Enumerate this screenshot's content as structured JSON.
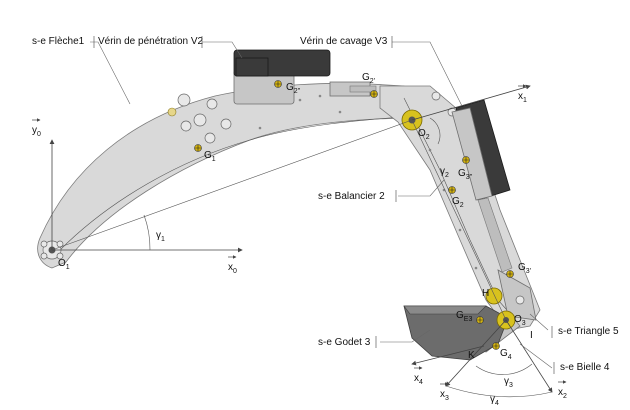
{
  "labels": {
    "fleche": "s-e Flèche1",
    "verin_v2": "Vérin de pénétration V2",
    "verin_v3": "Vérin de cavage  V3",
    "balancier": "s-e Balancier 2",
    "godet": "s-e Godet 3",
    "triangle": "s-e Triangle 5",
    "bielle": "s-e Bielle 4"
  },
  "points": {
    "O1": {
      "base": "O",
      "sub": "1"
    },
    "O2": {
      "base": "O",
      "sub": "2"
    },
    "O3": {
      "base": "O",
      "sub": "3"
    },
    "G1": {
      "base": "G",
      "sub": "1"
    },
    "G2": {
      "base": "G",
      "sub": "2"
    },
    "G2p": {
      "base": "G",
      "sub": "2''"
    },
    "G2b": {
      "base": "G",
      "sub": "2'"
    },
    "G3": {
      "base": "G",
      "sub": "3''"
    },
    "G3p": {
      "base": "G",
      "sub": "3'"
    },
    "GE3": {
      "base": "G",
      "sub": "E3"
    },
    "G4": {
      "base": "G",
      "sub": "4"
    },
    "H": {
      "base": "H",
      "sub": ""
    },
    "I": {
      "base": "I",
      "sub": ""
    },
    "K": {
      "base": "K",
      "sub": ""
    }
  },
  "axes": {
    "x0": {
      "base": "x",
      "sub": "0"
    },
    "y0": {
      "base": "y",
      "sub": "0"
    },
    "x1": {
      "base": "x",
      "sub": "1"
    },
    "x2": {
      "base": "x",
      "sub": "2"
    },
    "x3": {
      "base": "x",
      "sub": "3"
    },
    "x4": {
      "base": "x",
      "sub": "4"
    }
  },
  "angles": {
    "gamma1": {
      "base": "γ",
      "sub": "1"
    },
    "gamma2": {
      "base": "γ",
      "sub": "2"
    },
    "gamma3": {
      "base": "γ",
      "sub": "3"
    },
    "gamma4": {
      "base": "γ",
      "sub": "4"
    }
  },
  "colors": {
    "boom": "#d9d9d9",
    "cylinder": "#3a3a3a",
    "pin_highlight": "#d8c21e",
    "bucket": "#6c6c6c"
  }
}
